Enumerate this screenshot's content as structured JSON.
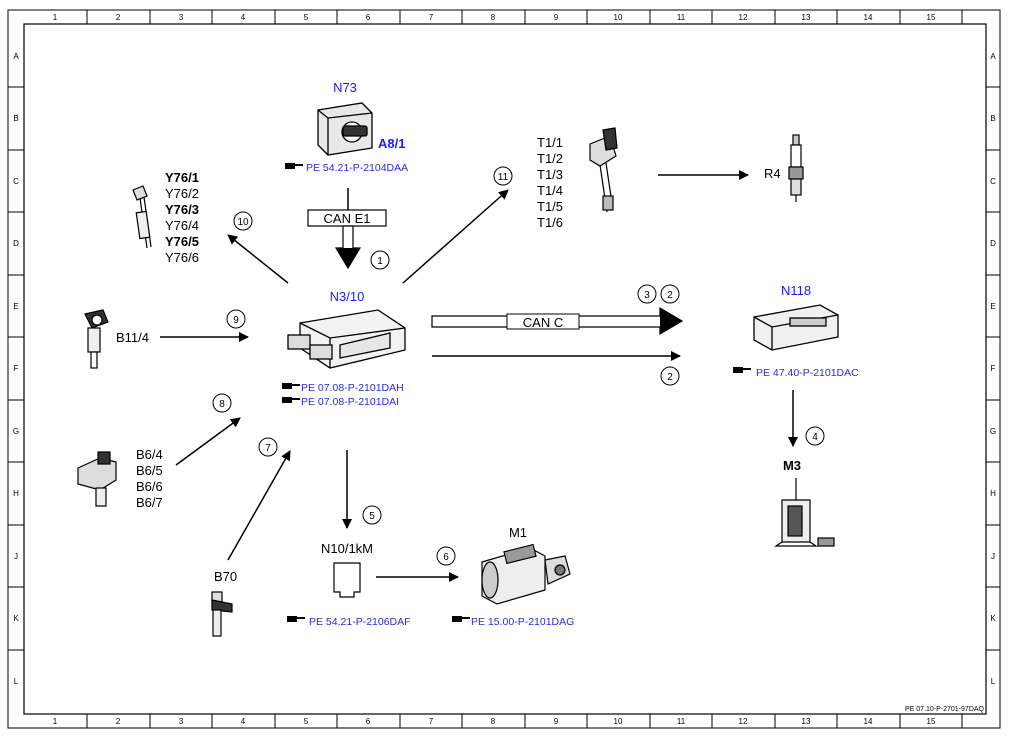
{
  "grid": {
    "columns": [
      "1",
      "2",
      "3",
      "4",
      "5",
      "6",
      "7",
      "8",
      "9",
      "10",
      "11",
      "12",
      "13",
      "14",
      "15"
    ],
    "rows": [
      "A",
      "B",
      "C",
      "D",
      "E",
      "F",
      "G",
      "H",
      "J",
      "K",
      "L"
    ]
  },
  "diagram_id": "PE 07.10-P-2701-97DAQ",
  "components": {
    "n73": {
      "label": "N73"
    },
    "a81": {
      "label": "A8/1"
    },
    "n310": {
      "label": "N3/10"
    },
    "n118": {
      "label": "N118"
    },
    "m3": {
      "label": "M3"
    },
    "m1": {
      "label": "M1"
    },
    "r4": {
      "label": "R4"
    },
    "b114": {
      "label": "B11/4"
    },
    "b70": {
      "label": "B70"
    },
    "n101km": {
      "label": "N10/1kM"
    },
    "y76": {
      "labels": [
        "Y76/1",
        "Y76/2",
        "Y76/3",
        "Y76/4",
        "Y76/5",
        "Y76/6"
      ]
    },
    "t1": {
      "labels": [
        "T1/1",
        "T1/2",
        "T1/3",
        "T1/4",
        "T1/5",
        "T1/6"
      ]
    },
    "b6": {
      "labels": [
        "B6/4",
        "B6/5",
        "B6/6",
        "B6/7"
      ]
    }
  },
  "references": {
    "ref_n73": "PE 54.21-P-2104DAA",
    "ref_n310_1": "PE 07.08-P-2101DAH",
    "ref_n310_2": "PE 07.08-P-2101DAI",
    "ref_n118": "PE 47.40-P-2101DAC",
    "ref_n101km": "PE 54.21-P-2106DAF",
    "ref_m1": "PE 15.00-P-2101DAG"
  },
  "buses": {
    "can_e1": "CAN E1",
    "can_c": "CAN C"
  },
  "markers": {
    "m1": "1",
    "m2a": "2",
    "m2b": "2",
    "m3": "3",
    "m4": "4",
    "m5": "5",
    "m6": "6",
    "m7": "7",
    "m8": "8",
    "m9": "9",
    "m10": "10",
    "m11": "11"
  }
}
